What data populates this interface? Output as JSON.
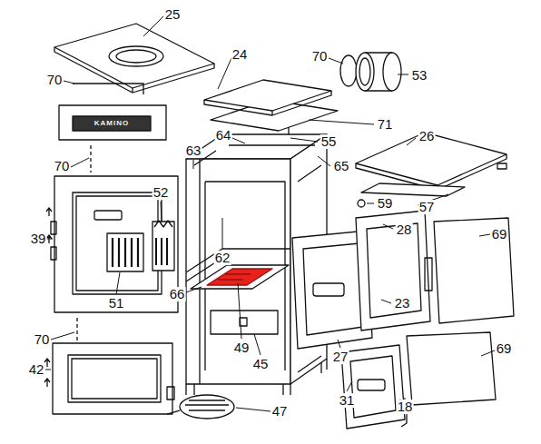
{
  "diagram": {
    "labels": [
      "25",
      "70",
      "24",
      "70",
      "53",
      "KAMINO",
      "71",
      "26",
      "64",
      "55",
      "63",
      "65",
      "70",
      "52",
      "59",
      "57",
      "28",
      "69",
      "39",
      "62",
      "66",
      "51",
      "23",
      "70",
      "49",
      "27",
      "45",
      "69",
      "42",
      "31",
      "18",
      "47"
    ]
  }
}
